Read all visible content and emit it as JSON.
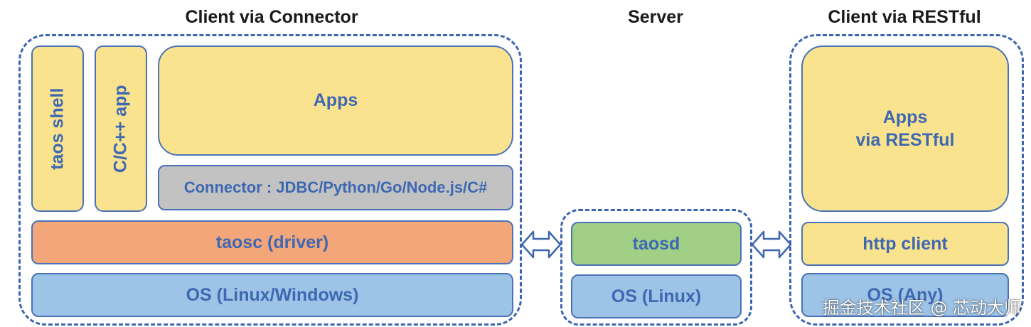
{
  "headers": {
    "client_connector": "Client via Connector",
    "server": "Server",
    "client_restful": "Client via RESTful"
  },
  "client_connector": {
    "taos_shell": "taos shell",
    "cpp_app": "C/C++ app",
    "apps": "Apps",
    "connector": "Connector : JDBC/Python/Go/Node.js/C#",
    "driver": "taosc (driver)",
    "os": "OS (Linux/Windows)"
  },
  "server": {
    "taosd": "taosd",
    "os": "OS (Linux)"
  },
  "client_restful": {
    "apps_line1": "Apps",
    "apps_line2": "via RESTful",
    "http_client": "http client",
    "os": "OS (Any)"
  },
  "watermark": "掘金技术社区 @ 芯动大师",
  "colors": {
    "dashed_border": "#3d66b0",
    "app_yellow": "#fae38e",
    "connector_gray": "#c2c2c2",
    "driver_orange": "#f2a679",
    "os_blue": "#9dc3e6",
    "taosd_green": "#a0cf85",
    "label_blue": "#3e68b2"
  }
}
